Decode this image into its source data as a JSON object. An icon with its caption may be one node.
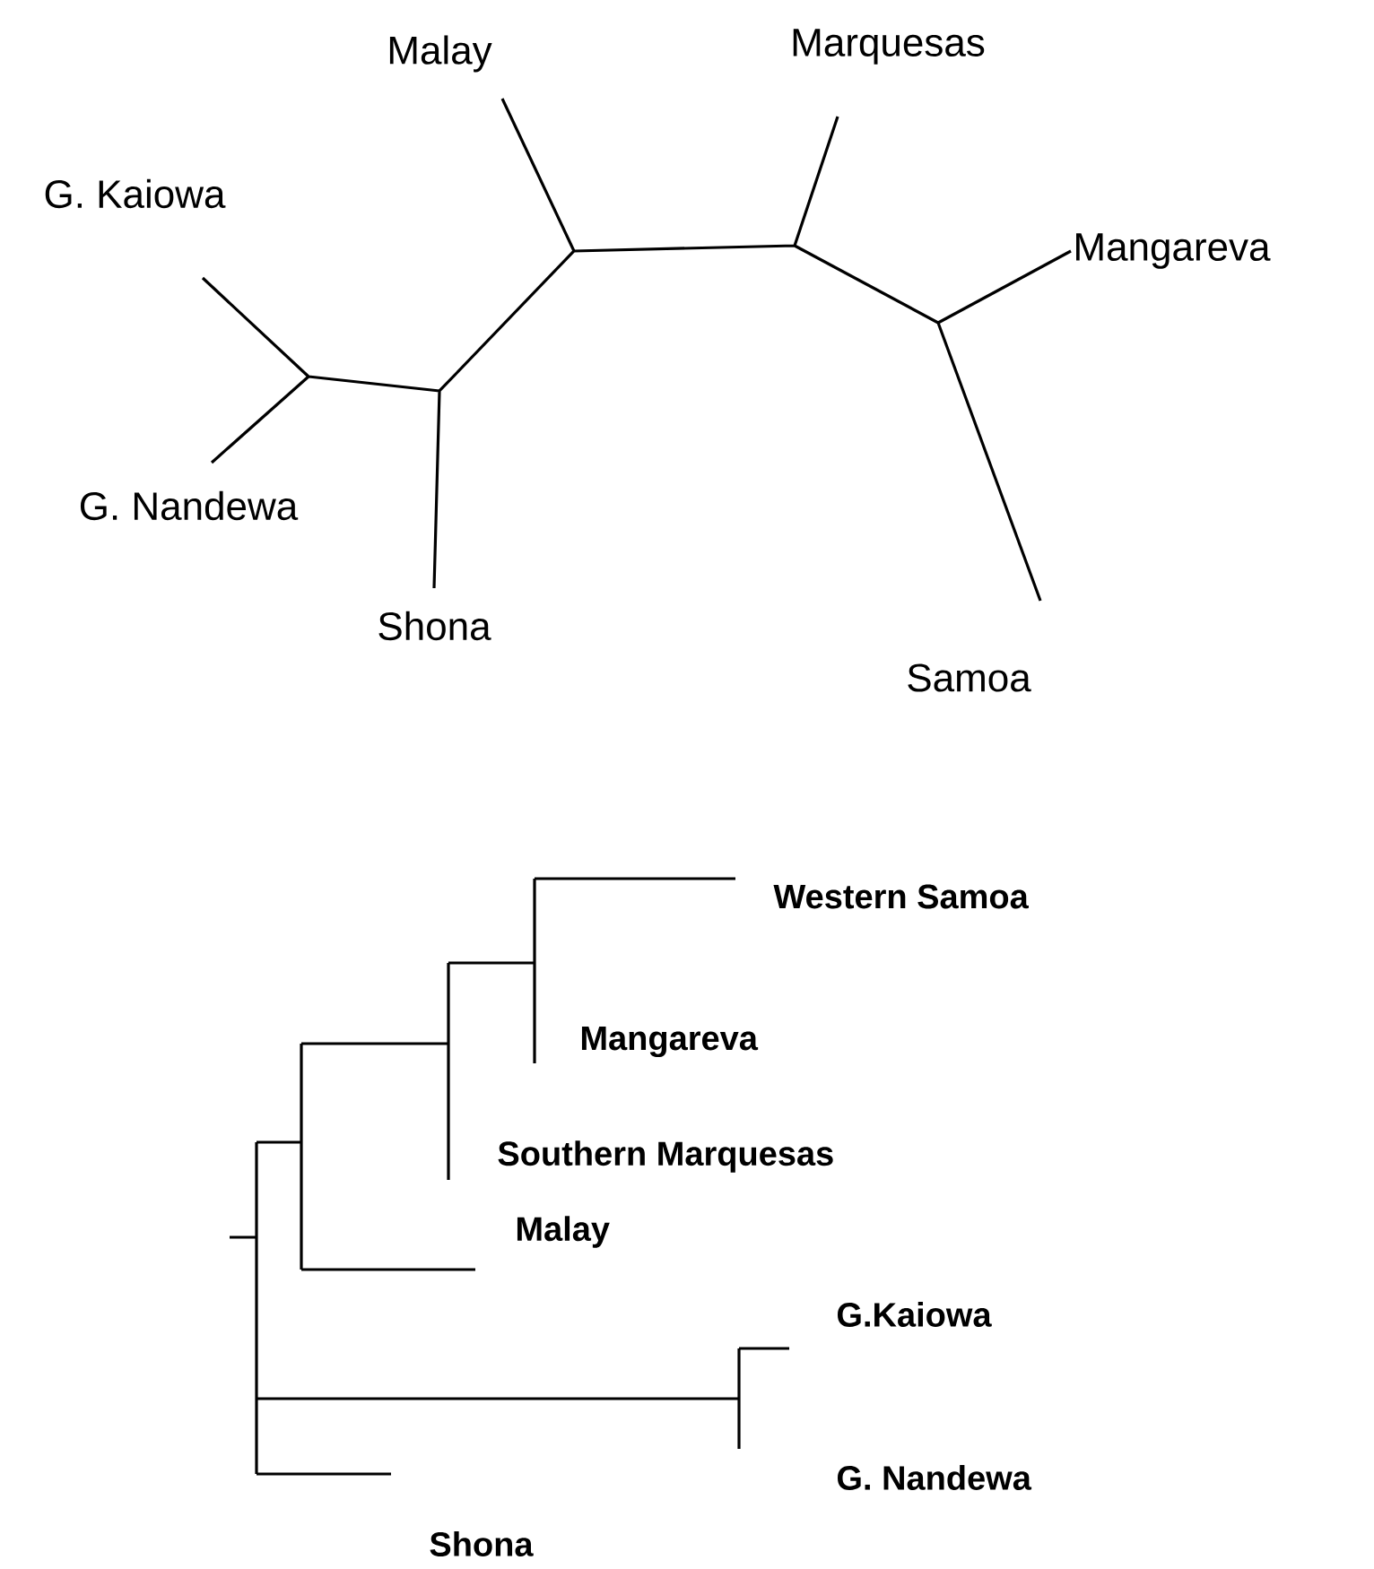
{
  "diagram": {
    "labels": [
      "Malay",
      "Marquesas",
      "G. Kaiowa",
      "Mangareva",
      "G. Nandewa",
      "Shona",
      "Samoa",
      "Western Samoa",
      "Mangareva",
      "Southern Marquesas",
      "Malay",
      "G.Kaiowa",
      "G. Nandewa",
      "Shona"
    ]
  }
}
